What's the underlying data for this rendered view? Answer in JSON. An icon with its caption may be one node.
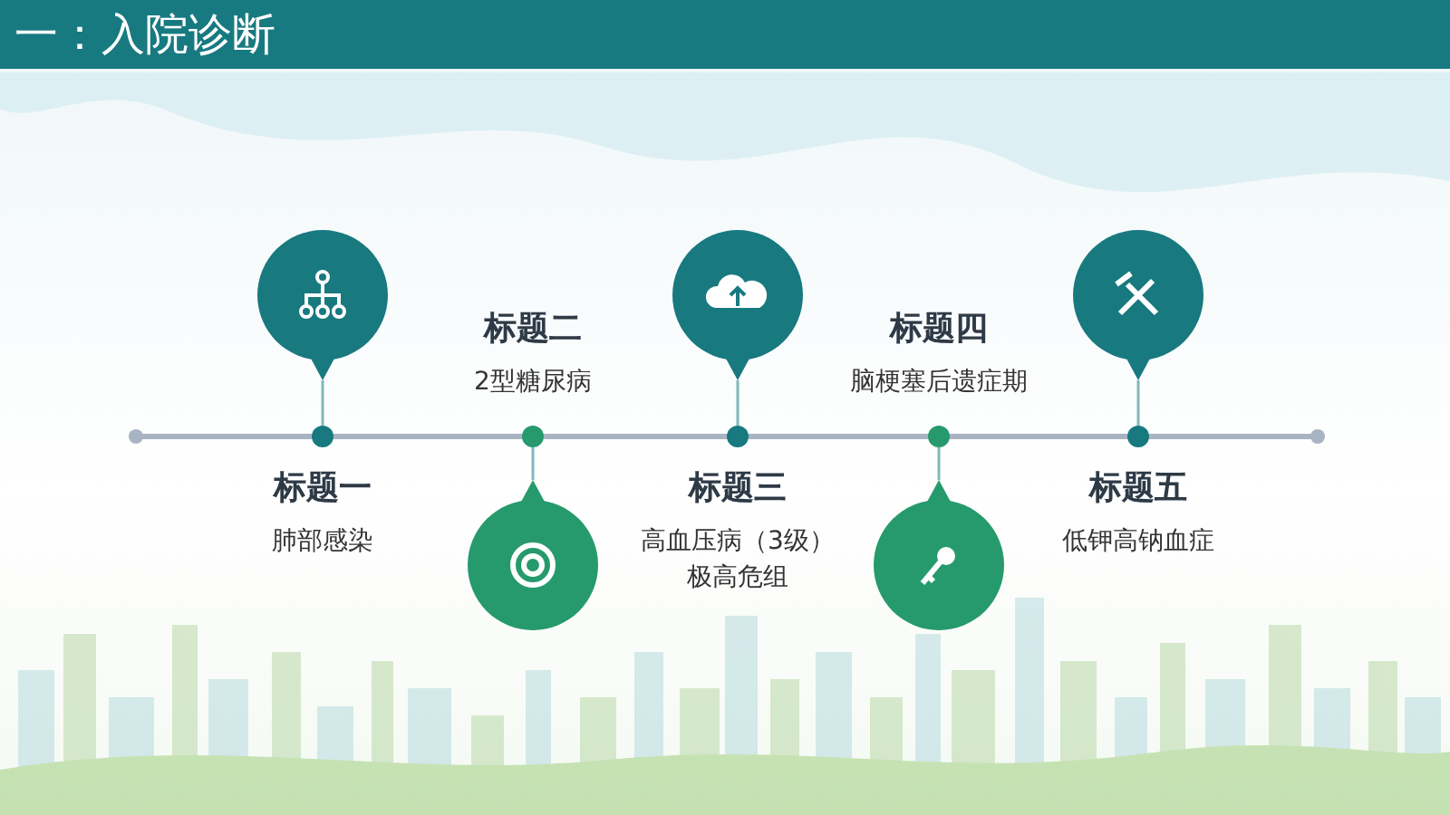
{
  "diagram": {
    "title": "一：入院诊断",
    "nodes": [
      {
        "text": [],
        "shape": "circle",
        "beside": [
          "标题一",
          "肺部感染"
        ]
      },
      {
        "text": [],
        "shape": "circle"
      },
      {
        "text": [],
        "shape": "circle"
      },
      {
        "text": [],
        "shape": "circle",
        "beside": [
          "标题二",
          "2型糖尿病"
        ]
      },
      {
        "text": [],
        "shape": "circle",
        "beside": [
          "标题三",
          "高血压病（3级）极高危组"
        ]
      },
      {
        "text": [],
        "shape": "circle"
      },
      {
        "text": [],
        "shape": "circle"
      },
      {
        "text": [],
        "shape": "circle",
        "beside": [
          "标题四",
          "脑梗塞后遗症期"
        ]
      },
      {
        "text": [],
        "shape": "circle",
        "beside": [
          "标题五",
          "低钾高钠血症"
        ]
      },
      {
        "text": [],
        "shape": "circle"
      }
    ],
    "edges": [
      {
        "from": 0,
        "to": 1,
        "arrow": "none"
      },
      {
        "from": 3,
        "to": 2,
        "arrow": "none"
      },
      {
        "from": 4,
        "to": 5,
        "arrow": "none"
      },
      {
        "from": 7,
        "to": 6,
        "arrow": "none"
      },
      {
        "from": 8,
        "to": 9,
        "arrow": "none"
      }
    ]
  }
}
